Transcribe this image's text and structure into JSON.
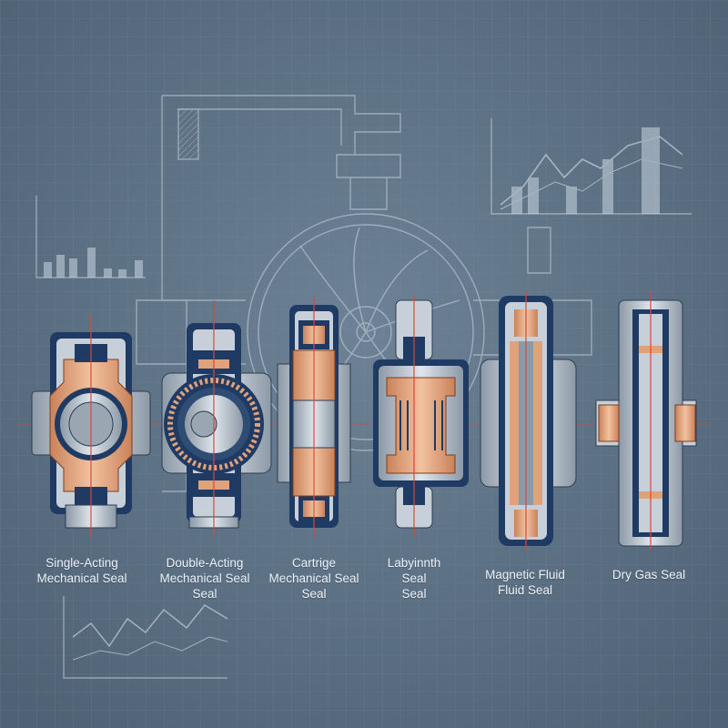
{
  "colors": {
    "background": "#5f7386",
    "blueprint_line": "#c9d6e2",
    "copper": "#e0a27a",
    "navy": "#1f3b63",
    "steel": "#b9c3cd",
    "red_axis": "#d9473f"
  },
  "seals": [
    {
      "lines": [
        "Single-Acting",
        "Mechanical Seal"
      ],
      "icon": "single-acting-seal-icon"
    },
    {
      "lines": [
        "Double-Acting",
        "Mechanical Seal",
        "Seal"
      ],
      "icon": "double-acting-seal-icon"
    },
    {
      "lines": [
        "Cartrige",
        "Mechanical Seal",
        "Seal"
      ],
      "icon": "cartridge-seal-icon"
    },
    {
      "lines": [
        "Labyinnth",
        "Seal",
        "Seal"
      ],
      "icon": "labyrinth-seal-icon"
    },
    {
      "lines": [
        "Magnetic Fluid",
        "Fluid Seal"
      ],
      "icon": "magnetic-fluid-seal-icon"
    },
    {
      "lines": [
        "Dry Gas Seal"
      ],
      "icon": "dry-gas-seal-icon"
    }
  ],
  "decor": {
    "charts": [
      "small-bar-chart-icon",
      "line-chart-icon",
      "line-chart-icon"
    ],
    "background_drawing": "pump-housing-drawing"
  }
}
